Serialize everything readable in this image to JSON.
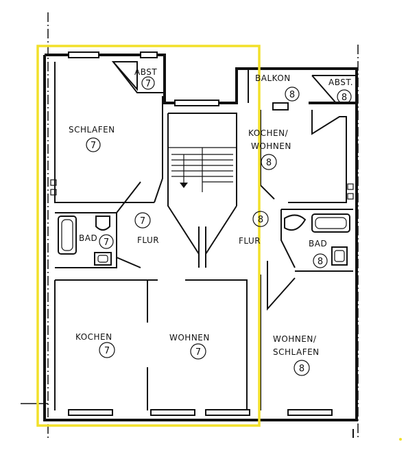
{
  "plan": {
    "left_unit": {
      "abst": {
        "label": "ABST",
        "number": "7"
      },
      "schlafen": {
        "label": "SCHLAFEN",
        "number": "7"
      },
      "bad": {
        "label": "BAD",
        "number": "7"
      },
      "flur": {
        "label": "FLUR",
        "number": "7"
      },
      "kochen": {
        "label": "KOCHEN",
        "number": "7"
      },
      "wohnen": {
        "label": "WOHNEN",
        "number": "7"
      }
    },
    "right_unit": {
      "balkon": {
        "label": "BALKON",
        "number": "8"
      },
      "abst": {
        "label": "ABST.",
        "number": "8"
      },
      "kochen_wohnen": {
        "label_line1": "KOCHEN/",
        "label_line2": "WOHNEN",
        "number": "8"
      },
      "flur": {
        "label": "FLUR",
        "number": "8"
      },
      "bad": {
        "label": "BAD",
        "number": "8"
      },
      "wohnen_schlafen": {
        "label_line1": "WOHNEN/",
        "label_line2": "SCHLAFEN",
        "number": "8"
      }
    },
    "colors": {
      "highlight": "#f2e02a",
      "line": "#111111",
      "background": "#ffffff"
    }
  }
}
